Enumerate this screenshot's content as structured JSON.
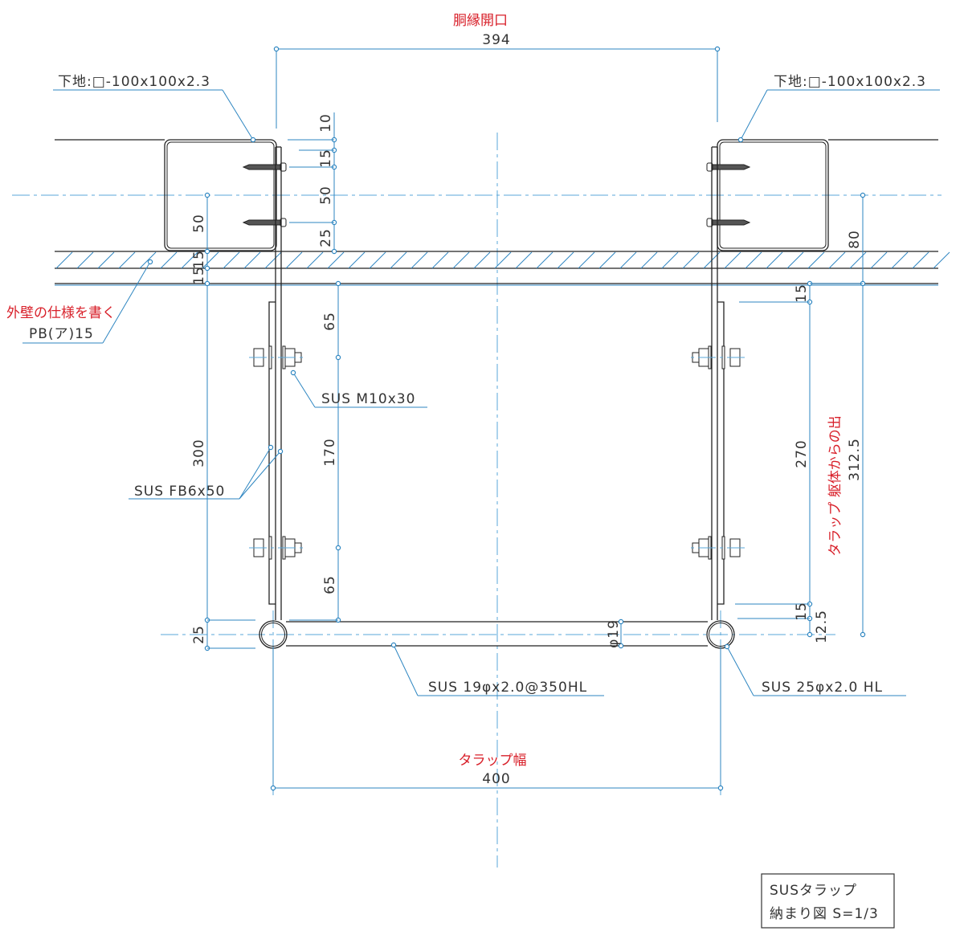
{
  "top_dimension": {
    "label": "胴縁開口",
    "value": "394"
  },
  "bottom_dimension": {
    "label": "タラップ幅",
    "value": "400"
  },
  "callouts": {
    "substrate_left": "下地:□-100x100x2.3",
    "substrate_right": "下地:□-100x100x2.3",
    "wall_note": "外壁の仕様を書く",
    "wall_board": "PB(ア)15",
    "bolt": "SUS M10x30",
    "flat_bar": "SUS FB6x50",
    "rung": "SUS 19φx2.0@350HL",
    "rail": "SUS 25φx2.0 HL"
  },
  "dims": {
    "d10": "10",
    "d15a": "15",
    "d50a": "50",
    "d25a": "25",
    "d50b": "50",
    "d15b": "15",
    "d15c": "15",
    "d300": "300",
    "d25b": "25",
    "d65a": "65",
    "d170": "170",
    "d65b": "65",
    "r15a": "15",
    "r270": "270",
    "r15b": "15",
    "r12_5": "12.5",
    "r80": "80",
    "r312_5": "312.5",
    "phi19": "φ19",
    "projection_label": "タラップ 躯体からの出"
  },
  "title_block": {
    "line1": "SUSタラップ",
    "line2": "納まり図 S=1/3"
  },
  "colors": {
    "dimension": "#2e86c1",
    "note": "#d8202a",
    "object": "#222222"
  }
}
